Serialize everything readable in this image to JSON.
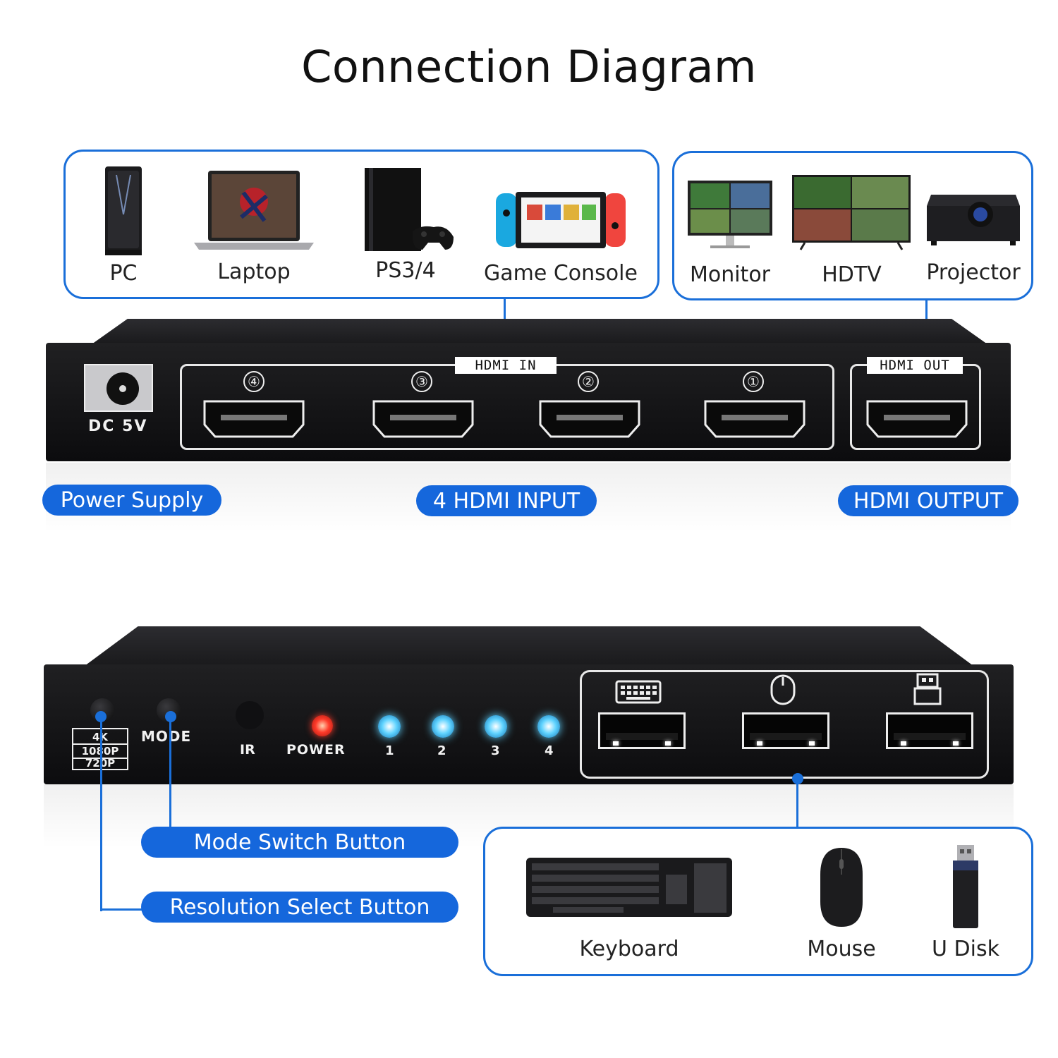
{
  "title": "Connection Diagram",
  "inputs": {
    "devices": [
      {
        "label": "PC",
        "icon": "pc-tower-icon"
      },
      {
        "label": "Laptop",
        "icon": "laptop-icon"
      },
      {
        "label": "PS3/4",
        "icon": "game-console-icon"
      },
      {
        "label": "Game Console",
        "icon": "handheld-console-icon"
      }
    ]
  },
  "outputs": {
    "devices": [
      {
        "label": "Monitor",
        "icon": "monitor-icon"
      },
      {
        "label": "HDTV",
        "icon": "tv-icon"
      },
      {
        "label": "Projector",
        "icon": "projector-icon"
      }
    ]
  },
  "rear_panel": {
    "dc_label": "DC 5V",
    "hdmi_in_tab": "HDMI IN",
    "hdmi_out_tab": "HDMI OUT",
    "port_numbers": [
      "④",
      "③",
      "②",
      "①"
    ]
  },
  "rear_callouts": {
    "power": "Power Supply",
    "input": "4 HDMI INPUT",
    "output": "HDMI OUTPUT"
  },
  "front_panel": {
    "res_labels": [
      "4K",
      "1080P",
      "720P"
    ],
    "mode_label": "MODE",
    "ir_label": "IR",
    "power_label": "POWER",
    "leds": [
      "1",
      "2",
      "3",
      "4"
    ]
  },
  "front_callouts": {
    "mode": "Mode Switch Button",
    "resolution": "Resolution Select Button"
  },
  "peripherals": {
    "devices": [
      {
        "label": "Keyboard",
        "icon": "keyboard-icon"
      },
      {
        "label": "Mouse",
        "icon": "mouse-icon"
      },
      {
        "label": "U Disk",
        "icon": "usb-drive-icon"
      }
    ]
  },
  "colors": {
    "accent": "#1a6fd9",
    "pill": "#1567dc",
    "device": "#151517",
    "led_blue": "#5fd3ff",
    "led_red": "#ff3b2a"
  }
}
